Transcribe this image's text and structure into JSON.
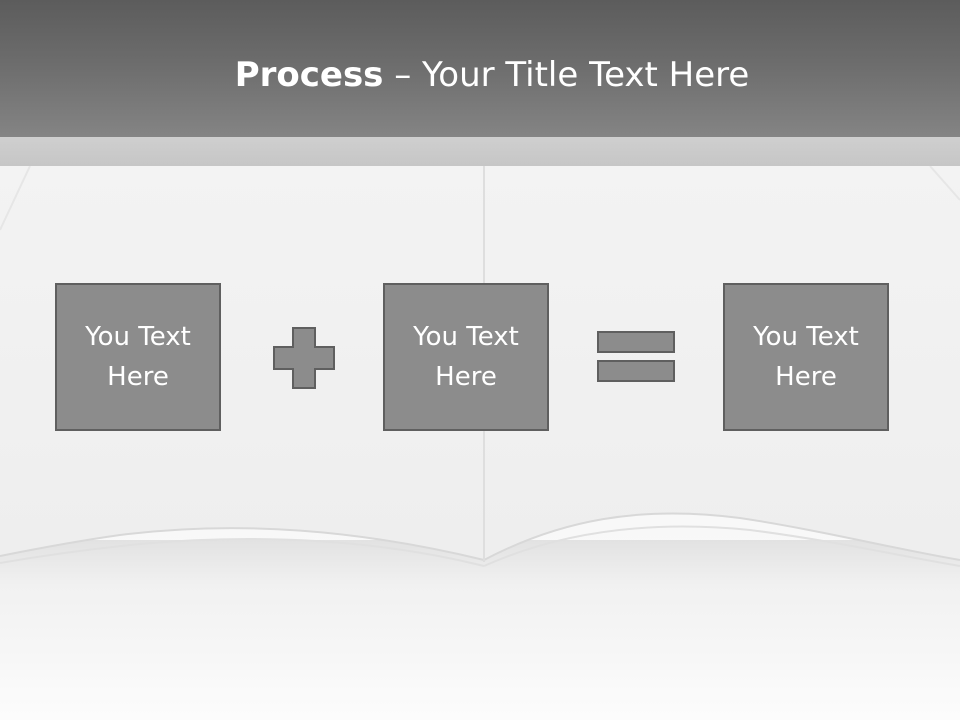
{
  "title": {
    "bold": "Process",
    "rest": " – Your Title Text Here"
  },
  "boxes": [
    {
      "label": "You Text Here"
    },
    {
      "label": "You Text Here"
    },
    {
      "label": "You Text Here"
    }
  ],
  "operators": {
    "first": "plus-icon",
    "second": "equals-icon"
  },
  "colors": {
    "header": "#6c6c6c",
    "box_fill": "#8c8c8c",
    "box_border": "#5f5f5f",
    "text": "#ffffff"
  }
}
